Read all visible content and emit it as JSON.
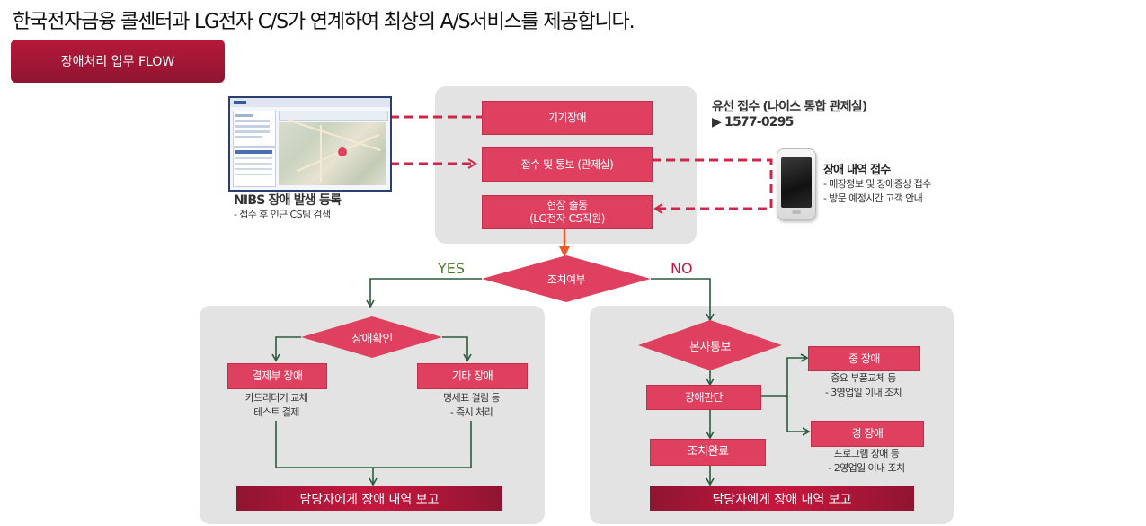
{
  "header": {
    "title": "한국전자금융 콜센터과 LG전자 C/S가 연계하여 최상의 A/S서비스를 제공합니다.",
    "tab_label": "장애처리 업무 FLOW"
  },
  "nibs": {
    "title": "NIBS 장애 발생 등록",
    "desc": "- 접수 후 인근 CS팀 검색"
  },
  "reception": {
    "title": "유선 접수 (나이스 통합 관제실)",
    "phone": "▶ 1577-0295"
  },
  "mobile": {
    "title": "장애 내역 접수",
    "lines": [
      "- 매장정보 및 장애증상 접수",
      "- 방문 예정시간 고객 안내"
    ]
  },
  "flow": {
    "step1": "기기장애",
    "step2": "접수 및 통보 (관제실)",
    "step3_line1": "현장 출동",
    "step3_line2": "(LG전자 CS직원)",
    "decision": "조치여부",
    "yes": "YES",
    "no": "NO"
  },
  "left_branch": {
    "decision": "장애확인",
    "box_a": "결제부 장애",
    "box_a_note": [
      "카드리더기 교체",
      "테스트 결제"
    ],
    "box_b": "기타 장애",
    "box_b_note": [
      "명세표 걸림 등",
      "- 즉시 처리"
    ],
    "report": "담당자에게  장애 내역 보고"
  },
  "right_branch": {
    "decision": "본사통보",
    "judge": "장애판단",
    "done": "조치완료",
    "heavy": "중 장애",
    "heavy_note": [
      "중요 부품교체 등",
      "- 3영업일 이내 조치"
    ],
    "light": "경 장애",
    "light_note": [
      "프로그램 장애 등",
      "- 2영업일 이내 조치"
    ],
    "report": "담당자에게 장애 내역 보고"
  },
  "colors": {
    "accent": "#e0405f",
    "dark_red": "#8f1530",
    "arrow_green": "#2b5a3c",
    "arrow_orange": "#ee5a2a",
    "dash_red": "#d1264a",
    "yes_green": "#4a7a2a",
    "no_red": "#c8173f",
    "panel_gray": "#e3e3e3"
  }
}
